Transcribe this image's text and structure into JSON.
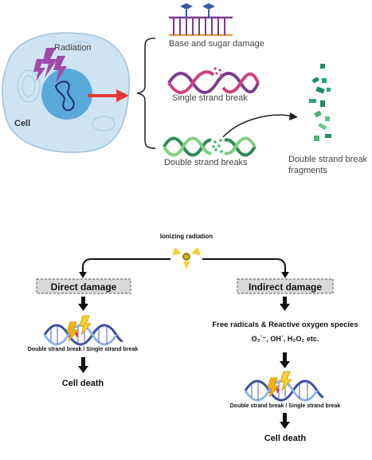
{
  "top_panel": {
    "radiation": "Radiation",
    "cell": "Cell",
    "base_sugar_damage": "Base and sugar damage",
    "single_strand_break": "Single strand break",
    "double_strand_breaks": "Double strand breaks",
    "dsb_fragments_line1": "Double strand break",
    "dsb_fragments_line2": "fragments"
  },
  "bottom_panel": {
    "ionizing_radiation": "Ionizing  radiation",
    "direct_damage": "Direct damage",
    "indirect_damage": "Indirect damage",
    "direct_dna_label": "Double strand break / Single strand break",
    "direct_outcome": "Cell death",
    "free_radicals": "Free radicals & Reactive oxygen species",
    "ros_list": "O₂˙⁻, OH˙, H₂O₂ etc.",
    "indirect_dna_label": "Double strand break / Single strand break",
    "indirect_outcome": "Cell death"
  },
  "colors": {
    "cell_fill": "#cfe4f3",
    "nucleus": "#5aa9dd",
    "radiation": "#a04aa8",
    "arrow_red": "#e53935",
    "dna_blue": "#4a5fb0",
    "dna_green": "#4db673",
    "dna_purple": "#7b3c8e",
    "hazard_yellow": "#f4d32b",
    "box_gray": "#d9d9d9"
  }
}
